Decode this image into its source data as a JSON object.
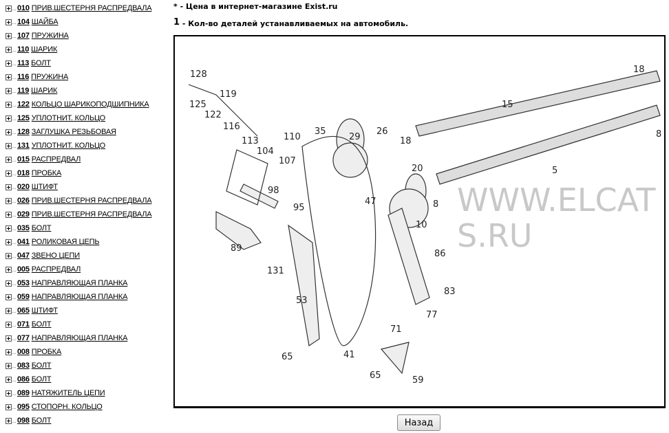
{
  "tree": [
    {
      "num": "010",
      "label": "ПРИВ.ШЕСТЕРНЯ РАСПРЕДВАЛА"
    },
    {
      "num": "104",
      "label": "ШАЙБА"
    },
    {
      "num": "107",
      "label": "ПРУЖИНА"
    },
    {
      "num": "110",
      "label": "ШАРИК"
    },
    {
      "num": "113",
      "label": "БОЛТ"
    },
    {
      "num": "116",
      "label": "ПРУЖИНА"
    },
    {
      "num": "119",
      "label": "ШАРИК"
    },
    {
      "num": "122",
      "label": "КОЛЬЦО ШАРИКОПОДШИПНИКА"
    },
    {
      "num": "125",
      "label": "УПЛОТНИТ. КОЛЬЦО"
    },
    {
      "num": "128",
      "label": "ЗАГЛУШКА РЕЗЬБОВАЯ"
    },
    {
      "num": "131",
      "label": "УПЛОТНИТ. КОЛЬЦО"
    },
    {
      "num": "015",
      "label": "РАСПРЕДВАЛ"
    },
    {
      "num": "018",
      "label": "ПРОБКА"
    },
    {
      "num": "020",
      "label": "ШТИФТ"
    },
    {
      "num": "026",
      "label": "ПРИВ.ШЕСТЕРНЯ РАСПРЕДВАЛА"
    },
    {
      "num": "029",
      "label": "ПРИВ.ШЕСТЕРНЯ РАСПРЕДВАЛА"
    },
    {
      "num": "035",
      "label": "БОЛТ"
    },
    {
      "num": "041",
      "label": "РОЛИКОВАЯ ЦЕПЬ"
    },
    {
      "num": "047",
      "label": "ЗВЕНО ЦЕПИ"
    },
    {
      "num": "005",
      "label": "РАСПРЕДВАЛ"
    },
    {
      "num": "053",
      "label": "НАПРАВЛЯЮЩАЯ ПЛАНКА"
    },
    {
      "num": "059",
      "label": "НАПРАВЛЯЮЩАЯ ПЛАНКА"
    },
    {
      "num": "065",
      "label": "ШТИФТ"
    },
    {
      "num": "071",
      "label": "БОЛТ"
    },
    {
      "num": "077",
      "label": "НАПРАВЛЯЮЩАЯ ПЛАНКА"
    },
    {
      "num": "008",
      "label": "ПРОБКА"
    },
    {
      "num": "083",
      "label": "БОЛТ"
    },
    {
      "num": "086",
      "label": "БОЛТ"
    },
    {
      "num": "089",
      "label": "НАТЯЖИТЕЛЬ ЦЕПИ"
    },
    {
      "num": "095",
      "label": "СТОПОРН. КОЛЬЦО"
    },
    {
      "num": "098",
      "label": "БОЛТ"
    }
  ],
  "notes": {
    "price_mark": "*",
    "price": " - Цена в интернет-магазине Exist.ru",
    "qty_mark": "1",
    "qty": " - Кол-во деталей устанавливаемых на автомобиль."
  },
  "diagram": {
    "watermark": "WWW.ELCATS.RU",
    "labels": [
      "128",
      "125",
      "119",
      "122",
      "116",
      "113",
      "104",
      "110",
      "107",
      "35",
      "29",
      "26",
      "18",
      "20",
      "15",
      "18",
      "8",
      "5",
      "47",
      "8",
      "10",
      "98",
      "95",
      "89",
      "131",
      "86",
      "83",
      "53",
      "77",
      "71",
      "41",
      "65",
      "65",
      "59"
    ]
  },
  "back_label": "Назад"
}
